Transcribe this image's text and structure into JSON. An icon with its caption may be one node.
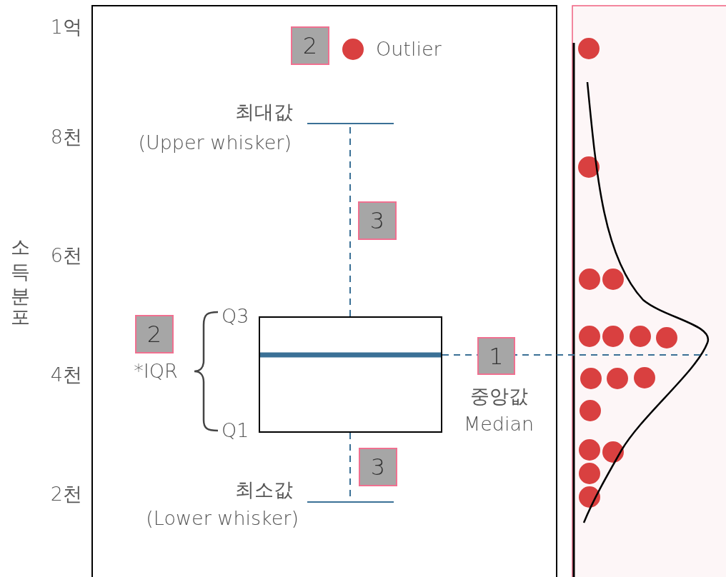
{
  "diagram": {
    "nodes": [
      {
        "text": [
          "2"
        ]
      },
      {
        "text": [],
        "shape": "bar"
      },
      {
        "text": [
          "3"
        ]
      },
      {
        "text": [
          "2"
        ],
        "beside": [
          "*IQR"
        ]
      },
      {
        "text": [],
        "shape": "box"
      },
      {
        "text": [
          "1"
        ],
        "beside": [
          "중앙값",
          "Median"
        ]
      },
      {
        "text": [
          "3"
        ]
      },
      {
        "text": [],
        "shape": "bar"
      }
    ],
    "edges": [
      {
        "from": 4,
        "to": 1,
        "arrow": "none",
        "style": "dashed"
      },
      {
        "from": 4,
        "to": 7,
        "arrow": "none",
        "style": "dashed"
      }
    ],
    "labels": [
      "1억",
      "8천",
      "6천",
      "4천",
      "2천",
      "소득분포",
      "최대값",
      "(Upper whisker)",
      "Q3",
      "Q1",
      "최소값",
      "(Lower whisker)"
    ],
    "legend": [
      {
        "text": "Outlier",
        "color": "#d94040"
      }
    ]
  }
}
